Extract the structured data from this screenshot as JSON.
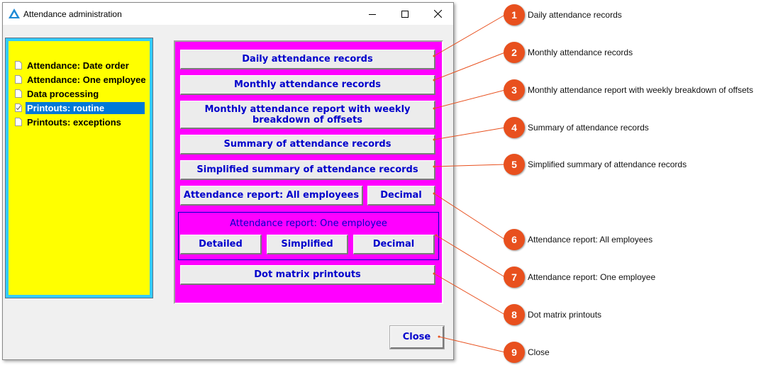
{
  "window": {
    "title": "Attendance administration",
    "controls": {
      "minimize": "minimize-icon",
      "maximize": "maximize-icon",
      "close": "close-icon"
    }
  },
  "tree": {
    "items": [
      {
        "label": "Attendance: Date order",
        "selected": false
      },
      {
        "label": "Attendance: One employee",
        "selected": false
      },
      {
        "label": "Data processing",
        "selected": false
      },
      {
        "label": "Printouts: routine",
        "selected": true
      },
      {
        "label": "Printouts: exceptions",
        "selected": false
      }
    ]
  },
  "panel": {
    "daily": "Daily attendance records",
    "monthly": "Monthly attendance records",
    "monthly_weekly": "Monthly attendance report with weekly breakdown of offsets",
    "summary": "Summary of attendance records",
    "simplified_summary": "Simplified summary of attendance records",
    "all_employees": "Attendance report: All employees",
    "decimal_all": "Decimal",
    "one_employee_group": "Attendance report: One employee",
    "detailed": "Detailed",
    "simplified": "Simplified",
    "decimal_one": "Decimal",
    "dot_matrix": "Dot matrix printouts"
  },
  "close_button": "Close",
  "callouts": [
    {
      "num": "1",
      "text": "Daily attendance records"
    },
    {
      "num": "2",
      "text": "Monthly attendance records"
    },
    {
      "num": "3",
      "text": "Monthly attendance report with weekly breakdown of offsets"
    },
    {
      "num": "4",
      "text": "Summary of attendance records"
    },
    {
      "num": "5",
      "text": "Simplified summary of attendance records"
    },
    {
      "num": "6",
      "text": "Attendance report: All employees"
    },
    {
      "num": "7",
      "text": "Attendance report: One employee"
    },
    {
      "num": "8",
      "text": "Dot matrix printouts"
    },
    {
      "num": "9",
      "text": "Close"
    }
  ],
  "colors": {
    "tree_background": "#ffff00",
    "tree_border": "#33ccff",
    "panel_background": "#ff00ff",
    "button_text": "#0000cc",
    "selection": "#0078d7",
    "callout_badge": "#e8501e"
  }
}
